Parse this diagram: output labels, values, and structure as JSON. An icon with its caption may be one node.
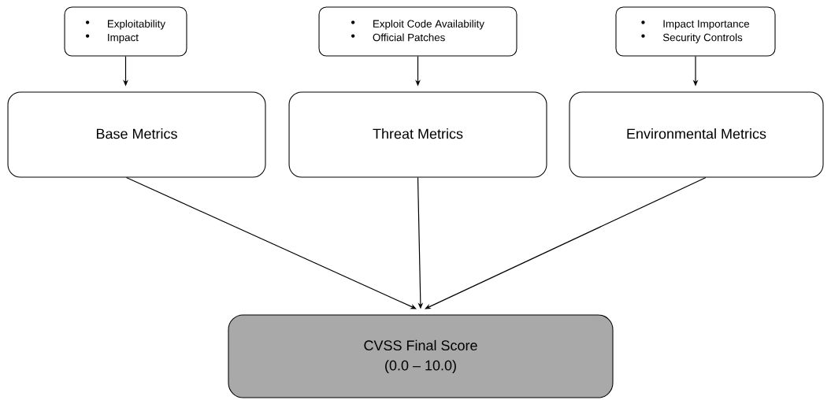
{
  "diagram": {
    "nodes": [
      {
        "text": [
          "Exploitability",
          "Impact"
        ]
      },
      {
        "text": [
          "Exploit Code Availability",
          "Official Patches"
        ]
      },
      {
        "text": [
          "Impact Importance",
          "Security Controls"
        ]
      },
      {
        "text": [
          "Base Metrics"
        ]
      },
      {
        "text": [
          "Threat Metrics"
        ]
      },
      {
        "text": [
          "Environmental Metrics"
        ]
      },
      {
        "text": [
          "CVSS Final Score",
          "(0.0 – 10.0)"
        ]
      }
    ],
    "edges": [
      {
        "from": 0,
        "to": 3,
        "arrow": "to"
      },
      {
        "from": 1,
        "to": 4,
        "arrow": "to"
      },
      {
        "from": 2,
        "to": 5,
        "arrow": "to"
      },
      {
        "from": 3,
        "to": 6,
        "arrow": "to"
      },
      {
        "from": 4,
        "to": 6,
        "arrow": "to"
      },
      {
        "from": 5,
        "to": 6,
        "arrow": "to"
      }
    ]
  }
}
